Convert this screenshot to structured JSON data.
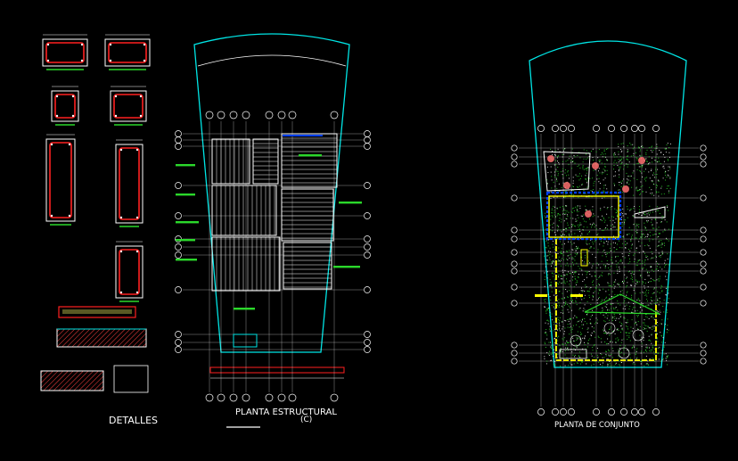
{
  "titles": {
    "details": "DETALLES",
    "structural_plan": "PLANTA ESTRUCTURAL",
    "structural_plan_suffix": "(C)",
    "site_plan": "PLANTA DE CONJUNTO"
  },
  "colors": {
    "background": "#000000",
    "outline": "#00e5e5",
    "grid": "#ffffff",
    "rebar": "#ff2020",
    "section": "#ffffff",
    "annotation": "#2bd82b",
    "highlight": "#ffff00",
    "accent": "#ff7070",
    "tag": "#0040ff"
  },
  "icons": {
    "grid_bubble": "circle-outline",
    "section_hatch": "diagonal-hatch",
    "vegetation": "green-speckle"
  }
}
